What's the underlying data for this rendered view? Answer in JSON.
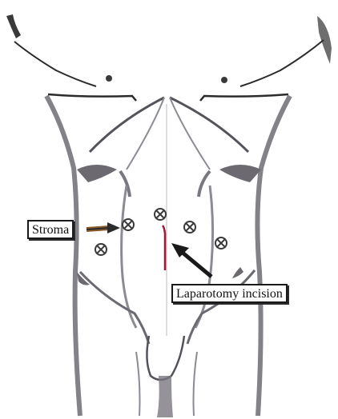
{
  "labels": {
    "stroma": "Stroma",
    "laparotomy": "Laparotomy incision"
  },
  "colors": {
    "ink": "#2b2b2b",
    "shadow": "#8d8a93",
    "incision": "#9b1b3a"
  },
  "markers": {
    "stoma_site_icon": "circled-x-icon",
    "count": 5
  }
}
